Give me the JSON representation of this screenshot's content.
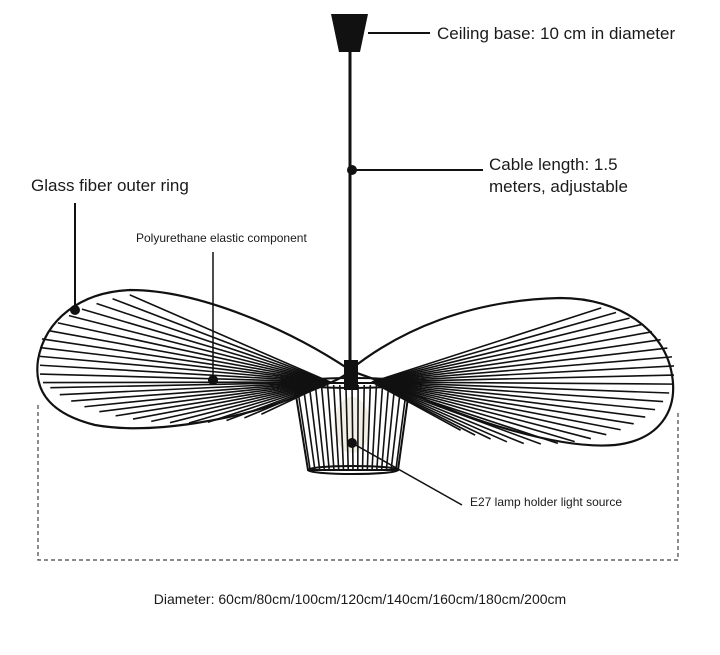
{
  "annotations": {
    "ceiling_base": "Ceiling base: 10 cm in diameter",
    "cable_line1": "Cable length: 1.5",
    "cable_line2": "meters, adjustable",
    "glass_fiber": "Glass fiber outer ring",
    "polyurethane": "Polyurethane elastic component",
    "lamp_holder": "E27 lamp holder light source",
    "diameter": "Diameter: 60cm/80cm/100cm/120cm/140cm/160cm/180cm/200cm"
  },
  "colors": {
    "line": "#111111",
    "dashed": "#444444",
    "bulb": "#f2efe6",
    "text": "#1a1a1a"
  }
}
